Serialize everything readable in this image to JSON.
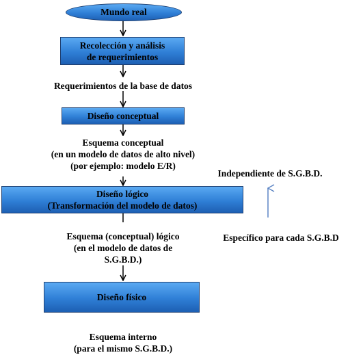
{
  "nodes": {
    "mundo_real": "Mundo real",
    "recoleccion_l1": "Recolección y análisis",
    "recoleccion_l2": "de requerimientos",
    "diseno_conceptual": "Diseño conceptual",
    "diseno_logico_l1": "Diseño lógico",
    "diseno_logico_l2": "(Transformación del modelo de datos)",
    "diseno_fisico": "Diseño físico"
  },
  "labels": {
    "requerimientos": "Requerimientos de la base de datos",
    "esquema_conceptual_l1": "Esquema conceptual",
    "esquema_conceptual_l2": "(en un modelo de datos de alto nivel)",
    "esquema_conceptual_l3": "(por ejemplo: modelo E/R)",
    "esquema_logico_l1": "Esquema (conceptual) lógico",
    "esquema_logico_l2": "(en el modelo de datos de",
    "esquema_logico_l3": "S.G.B.D.)",
    "esquema_interno_l1": "Esquema interno",
    "esquema_interno_l2": "(para el mismo S.G.B.D.)",
    "independiente": "Independiente de S.G.B.D.",
    "especifico": "Específico para cada S.G.B.D"
  },
  "colors": {
    "box_top": "#5aa9f2",
    "box_bottom": "#1d5fb3",
    "border": "#1f3f70",
    "side_arrow": "#5b84c4"
  }
}
